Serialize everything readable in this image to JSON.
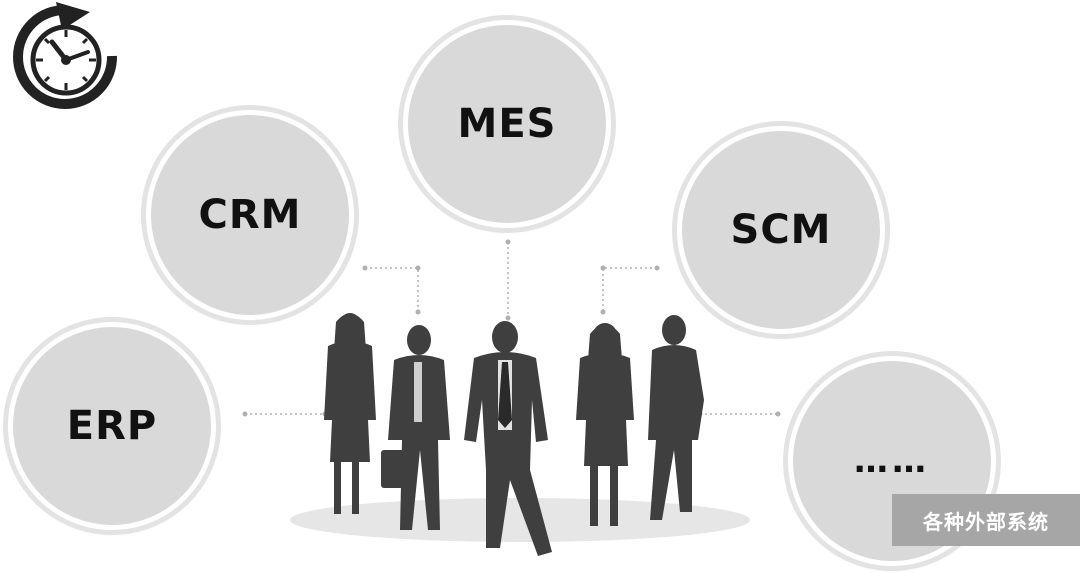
{
  "nodes": {
    "mes": "MES",
    "crm": "CRM",
    "scm": "SCM",
    "erp": "ERP",
    "more": "……"
  },
  "badge": "各种外部系统",
  "icons": {
    "top_left": "clock-refresh-icon",
    "center": "business-team-silhouette"
  },
  "colors": {
    "circle_fill": "#d9d9d9",
    "badge_fill": "#a6a6a6",
    "silhouette": "#3a3a3a",
    "connector": "#b0b0b0"
  }
}
